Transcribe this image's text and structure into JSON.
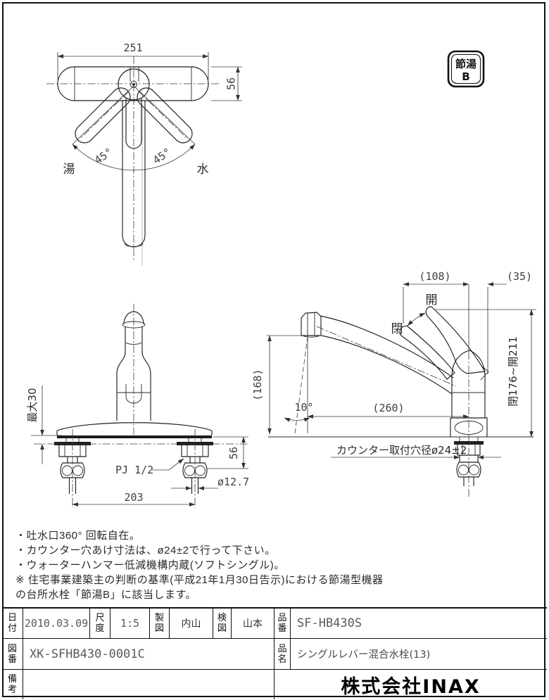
{
  "badge": {
    "line1": "節湯",
    "line2": "B"
  },
  "top_view": {
    "dim_width": "251",
    "dim_depth": "56",
    "angle_left": "45°",
    "angle_right": "45°",
    "hot": "湯",
    "cold": "水"
  },
  "front_view": {
    "dim_max": "最大30",
    "thread": "PJ 1/2",
    "dim_under": "56",
    "dim_dia": "ø12.7",
    "dim_span": "203"
  },
  "side_view": {
    "dim_top": "(108)",
    "dim_right": "(35)",
    "open": "開",
    "close": "閉",
    "dim_range": "閉176~開211",
    "dim_height": "(168)",
    "dim_reach": "(260)",
    "angle": "10°",
    "hole_label": "カウンター取付穴径ø24±2"
  },
  "notes": {
    "line1": "・吐水口360° 回転自在。",
    "line2": "・カウンター穴あけ寸法は、ø24±2で行って下さい。",
    "line3": "・ウォーターハンマー低減機構内蔵(ソフトシングル)。",
    "line4": "※ 住宅事業建築主の判断の基準(平成21年1月30日告示)における節湯型機器",
    "line5": "の台所水栓「節湯B」に該当します。"
  },
  "title_block": {
    "date_label": "日付",
    "date": "2010.03.09",
    "scale_label": "尺度",
    "scale": "1:5",
    "drafter_label": "製図",
    "drafter": "内山",
    "checker_label": "検図",
    "checker": "山本",
    "drawing_no_label": "図番",
    "drawing_no": "XK-SFHB430-0001C",
    "remarks_label": "備考",
    "product_no_label": "品番",
    "product_no": "SF-HB430S",
    "product_name_label": "品名",
    "product_name": "シングルレバー混合水栓(13)",
    "company": "株式会社INAX"
  }
}
